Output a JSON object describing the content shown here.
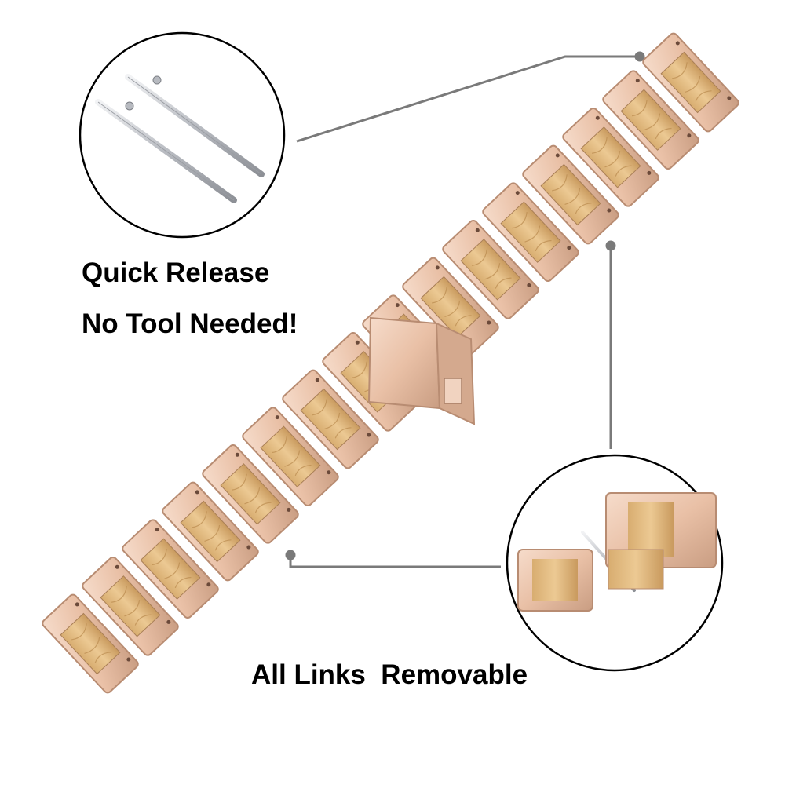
{
  "captions": {
    "quick_release": "Quick Release",
    "no_tool": "No Tool Needed!",
    "links_removable": "All Links  Removable"
  },
  "colors": {
    "rose_gold": "#e9c0a6",
    "rose_gold_dark": "#c99d82",
    "rose_gold_light": "#f6dccb",
    "wood": "#e2bb82",
    "wood_grain": "#b98a4f",
    "pin_steel": "#c9ccd1",
    "callout_line": "#7a7a7a",
    "circle_outline": "#000000",
    "text": "#000000"
  },
  "illustration": {
    "band_link_count": 16,
    "callout_top_label": "quick-release-pins",
    "callout_bottom_label": "removable-link-detail"
  }
}
